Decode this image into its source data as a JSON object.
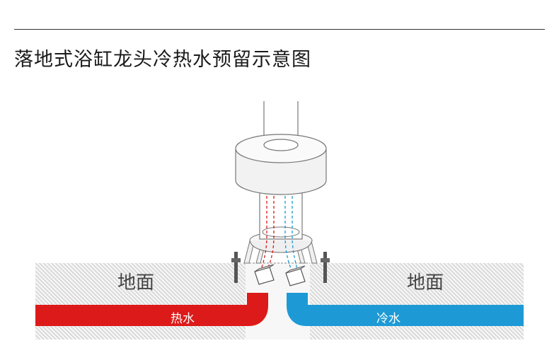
{
  "title": "落地式浴缸龙头冷热水预留示意图",
  "labels": {
    "ground_left": "地面",
    "ground_right": "地面",
    "hot_water": "热水",
    "cold_water": "冷水"
  },
  "colors": {
    "hot": "#dd1a1a",
    "cold": "#1d9ad6",
    "outline": "#777777",
    "ground_hatch": "#b5b5b5"
  }
}
